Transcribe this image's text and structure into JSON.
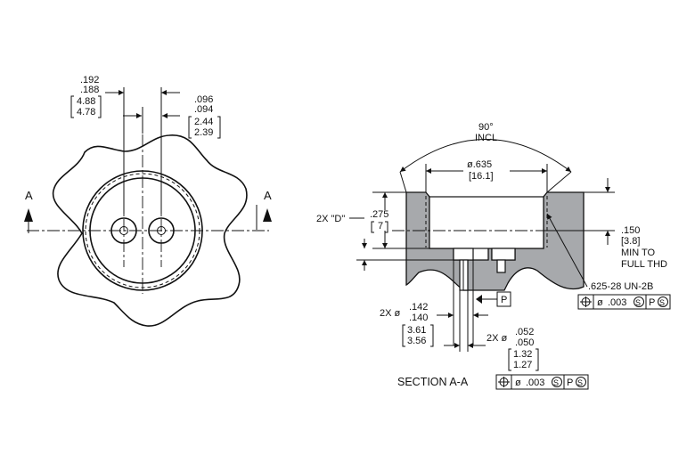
{
  "view_top": {
    "dim_outer": [
      ".192",
      ".188",
      "4.88",
      "4.78"
    ],
    "dim_inner": [
      ".096",
      ".094",
      "2.44",
      "2.39"
    ],
    "section_marker": "A"
  },
  "section_view": {
    "angle": [
      "90°",
      "INCL"
    ],
    "bore_dia": [
      "ø.635",
      "[16.1]"
    ],
    "depth_label": "2X \"D\"",
    "depth": [
      ".275",
      "7"
    ],
    "thread_depth": [
      ".150",
      "[3.8]",
      "MIN TO",
      "FULL THD"
    ],
    "thread_spec": ".625-28 UN-2B",
    "large_hole": [
      "2X ø",
      ".142",
      ".140",
      "3.61",
      "3.56"
    ],
    "small_hole": [
      "2X ø",
      ".052",
      ".050",
      "1.32",
      "1.27"
    ],
    "datum": "P",
    "fcf": {
      "position_symbol": "⌖",
      "dia": "ø",
      "tol": ".003",
      "mod": "S",
      "datum": "P"
    },
    "caption": "SECTION A-A"
  }
}
